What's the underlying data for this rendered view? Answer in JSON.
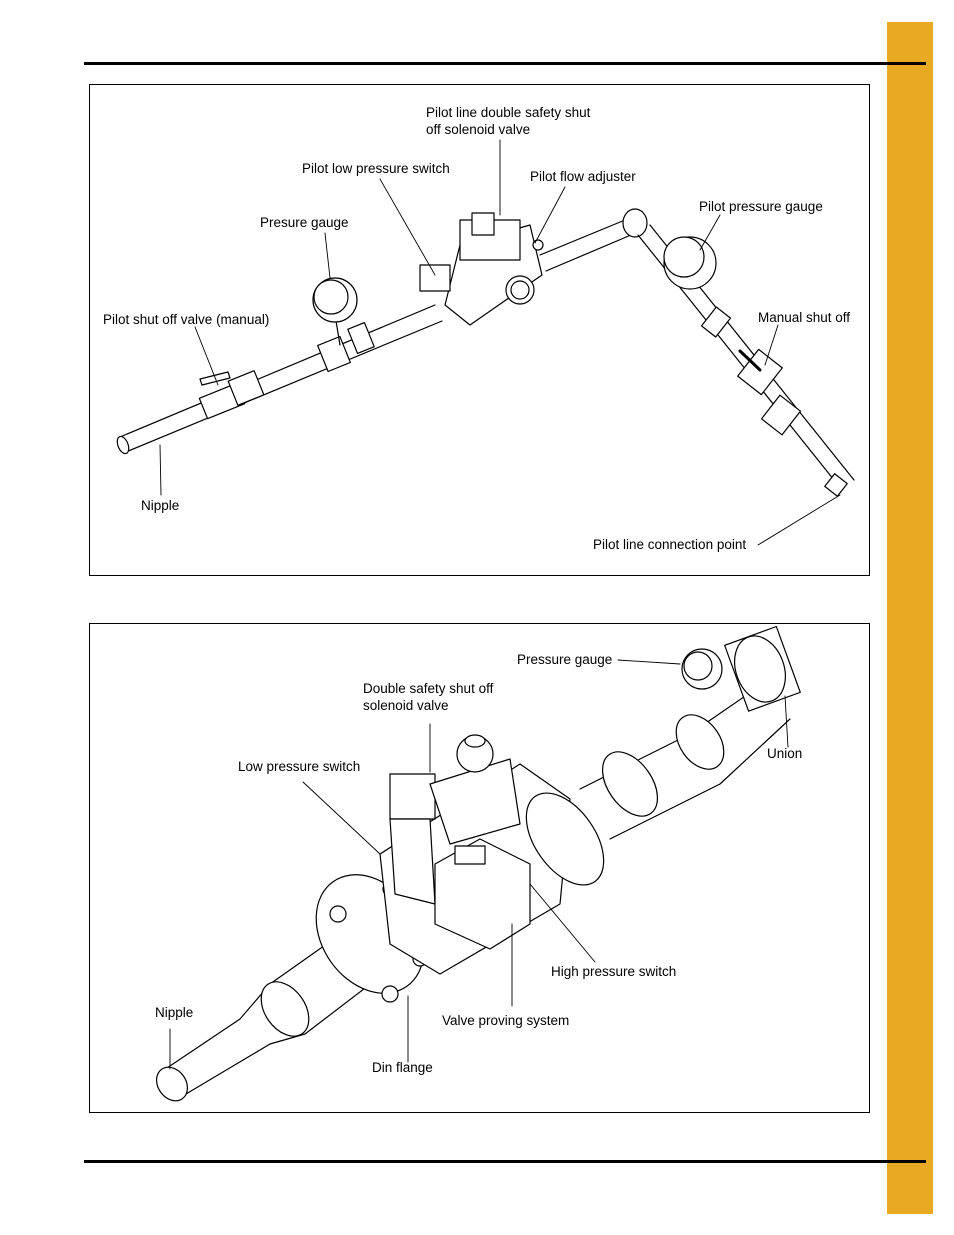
{
  "page": {
    "tab_color": "#E8AA23"
  },
  "figure1": {
    "labels": {
      "solenoid_valve": "Pilot line double safety shut off solenoid valve",
      "low_pressure_switch": "Pilot low pressure switch",
      "flow_adjuster": "Pilot flow adjuster",
      "pressure_gauge": "Presure gauge",
      "pilot_pressure_gauge": "Pilot pressure gauge",
      "shut_off_valve": "Pilot shut off valve (manual)",
      "manual_shut_off": "Manual shut off",
      "nipple": "Nipple",
      "connection_point": "Pilot line connection point"
    }
  },
  "figure2": {
    "labels": {
      "pressure_gauge": "Pressure gauge",
      "solenoid_valve": "Double safety shut off solenoid valve",
      "union": "Union",
      "low_pressure_switch": "Low pressure switch",
      "high_pressure_switch": "High pressure switch",
      "nipple": "Nipple",
      "valve_proving": "Valve proving system",
      "din_flange": "Din flange"
    }
  }
}
